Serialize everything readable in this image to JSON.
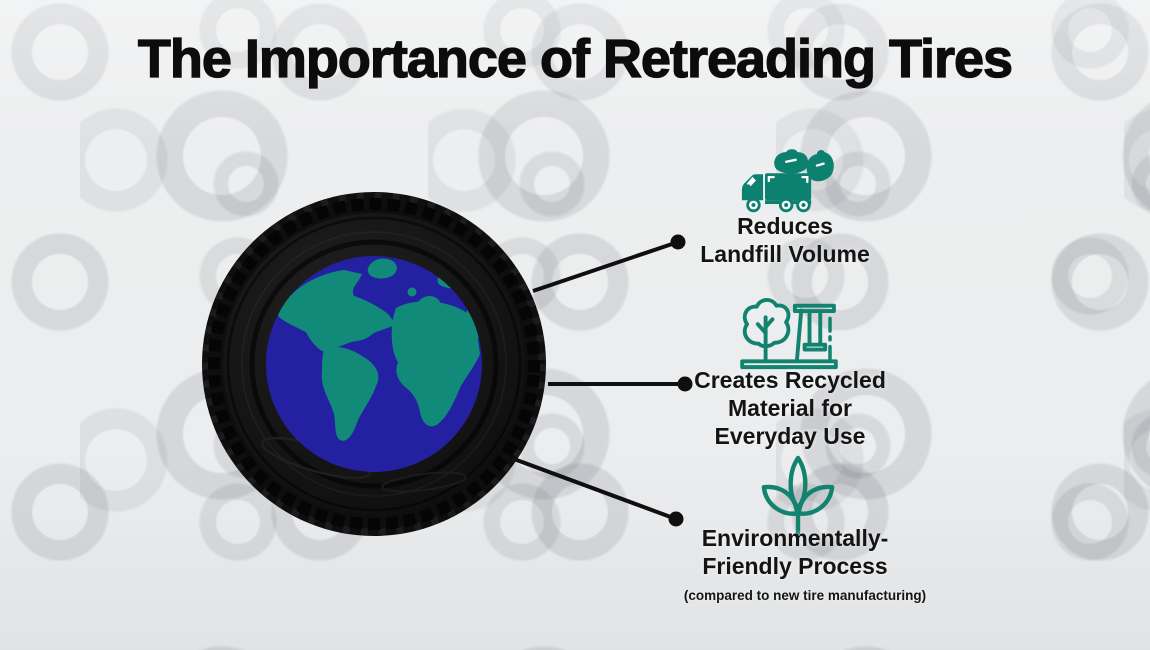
{
  "page": {
    "title": "The Importance of Retreading Tires"
  },
  "colors": {
    "accent_teal": "#0D8170",
    "globe_ocean": "#2321A2",
    "globe_land": "#128A7A",
    "text": "#141414",
    "connector": "#0F0F0F",
    "background": "#ECEDEE"
  },
  "illustration": {
    "name": "tire-with-globe-center",
    "background_photo": "faded pile of scrap tires"
  },
  "callouts": [
    {
      "icon": "garbage-truck-icon",
      "lines": [
        "Reduces",
        "Landfill Volume"
      ]
    },
    {
      "icon": "playground-icon",
      "lines": [
        "Creates Recycled",
        "Material for",
        "Everyday Use"
      ]
    },
    {
      "icon": "plant-leaves-icon",
      "lines": [
        "Environmentally-",
        "Friendly Process"
      ],
      "subtext": "(compared to new tire manufacturing)"
    }
  ]
}
